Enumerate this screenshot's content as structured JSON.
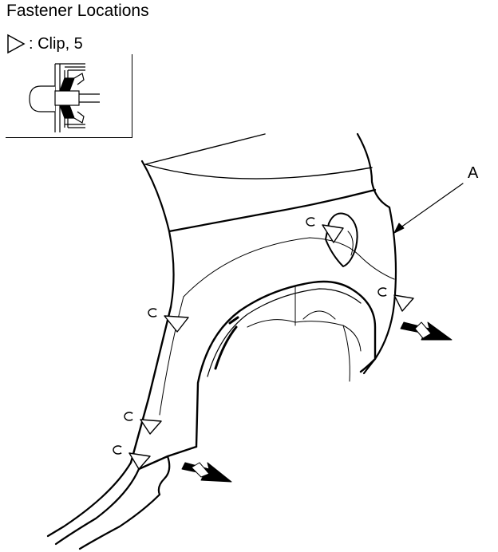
{
  "title": "Fastener Locations",
  "legend": {
    "symbol_icon": "clip-triangle-icon",
    "text": ": Clip, 5"
  },
  "callout": {
    "label": "A"
  }
}
